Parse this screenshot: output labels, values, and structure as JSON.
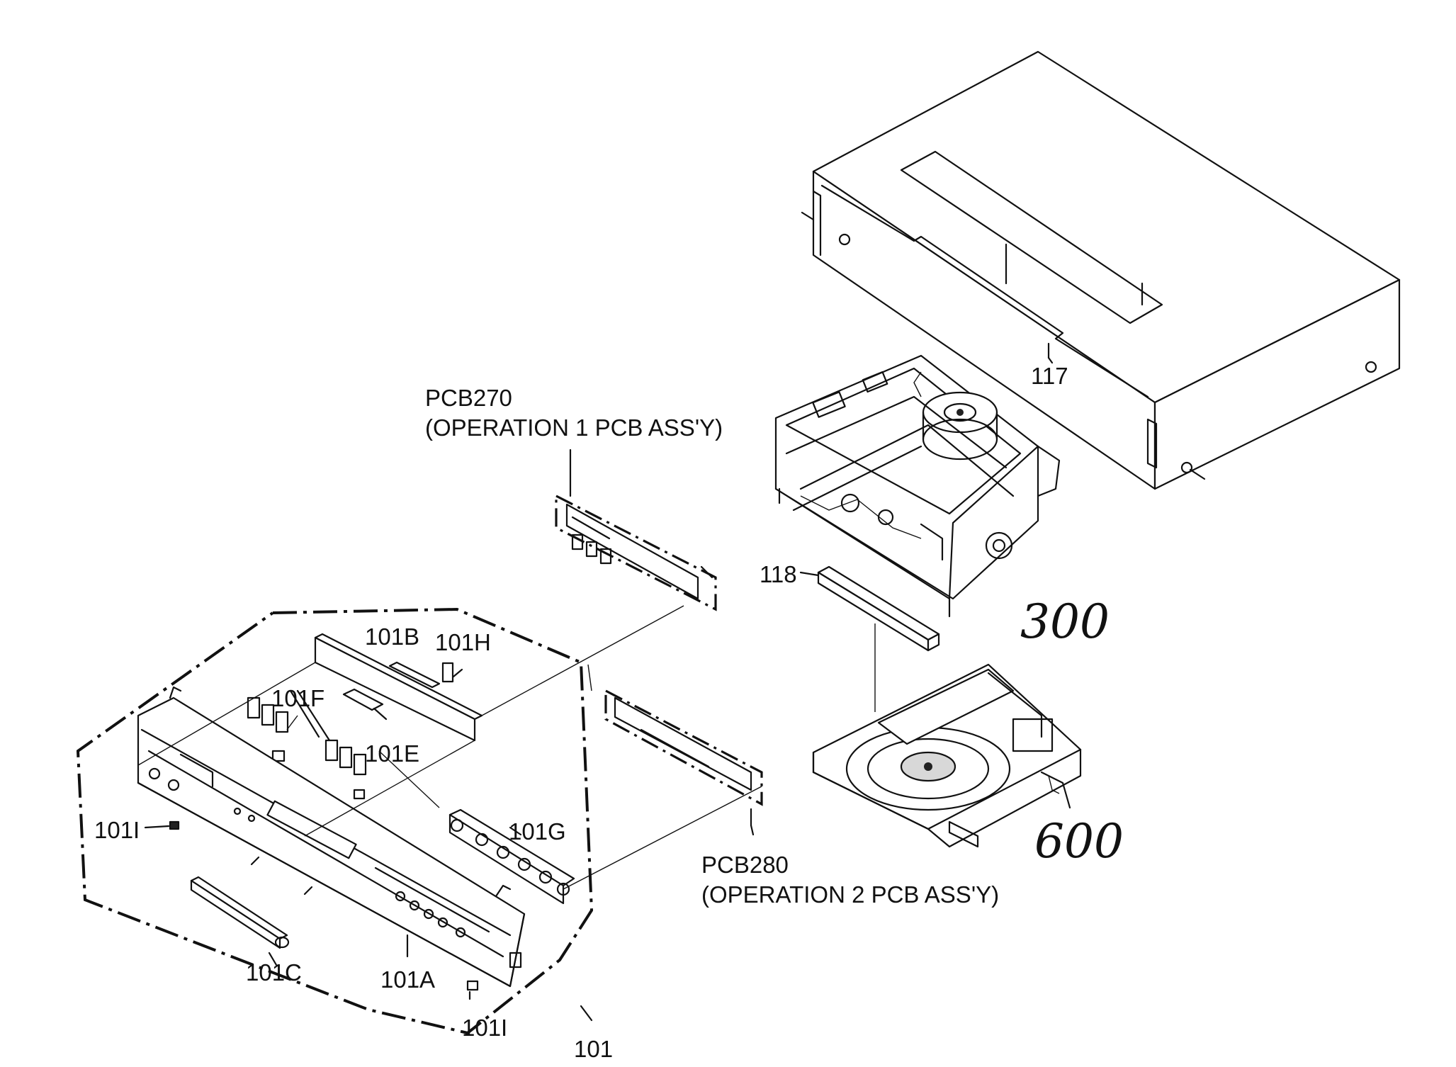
{
  "labels": {
    "pcb270_id": "PCB270",
    "pcb270_name": "(OPERATION 1 PCB ASS'Y)",
    "pcb280_id": "PCB280",
    "pcb280_name": "(OPERATION 2 PCB ASS'Y)",
    "l117": "117",
    "l118": "118",
    "l300": "300",
    "l600": "600",
    "l101": "101",
    "l101A": "101A",
    "l101B": "101B",
    "l101C": "101C",
    "l101E": "101E",
    "l101F": "101F",
    "l101G": "101G",
    "l101H": "101H",
    "l101I_left": "101I",
    "l101I_bottom": "101I"
  }
}
